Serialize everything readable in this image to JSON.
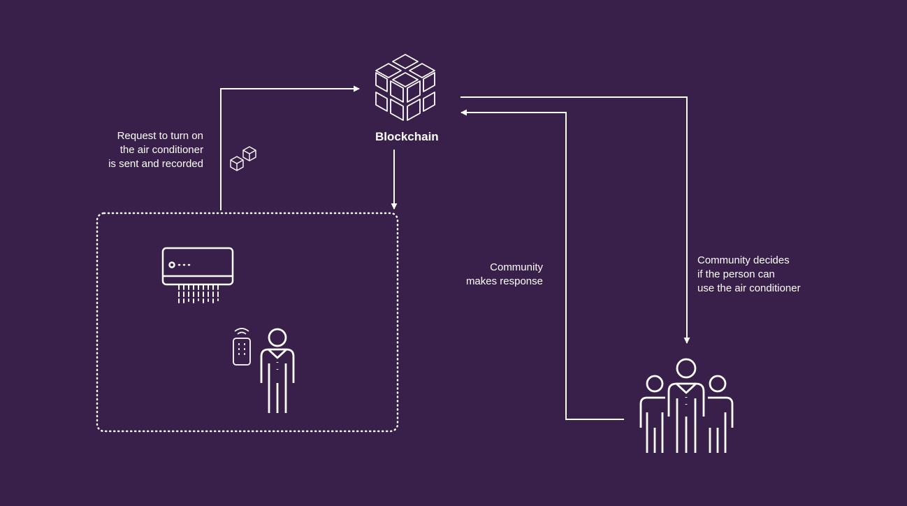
{
  "colors": {
    "background": "#38204a",
    "line": "#ffffff"
  },
  "blockchain": {
    "label": "Blockchain",
    "icon": "cube-cluster-icon"
  },
  "request_text": [
    "Request to turn on",
    "the air conditioner",
    "is sent and recorded"
  ],
  "response_text": [
    "Community",
    "makes response"
  ],
  "decision_text": [
    "Community decides",
    "if the person can",
    "use the air conditioner"
  ],
  "icons": {
    "blocks": "small-blocks-icon",
    "air_conditioner": "air-conditioner-icon",
    "remote": "remote-control-icon",
    "person": "person-icon",
    "community": "community-group-icon"
  }
}
